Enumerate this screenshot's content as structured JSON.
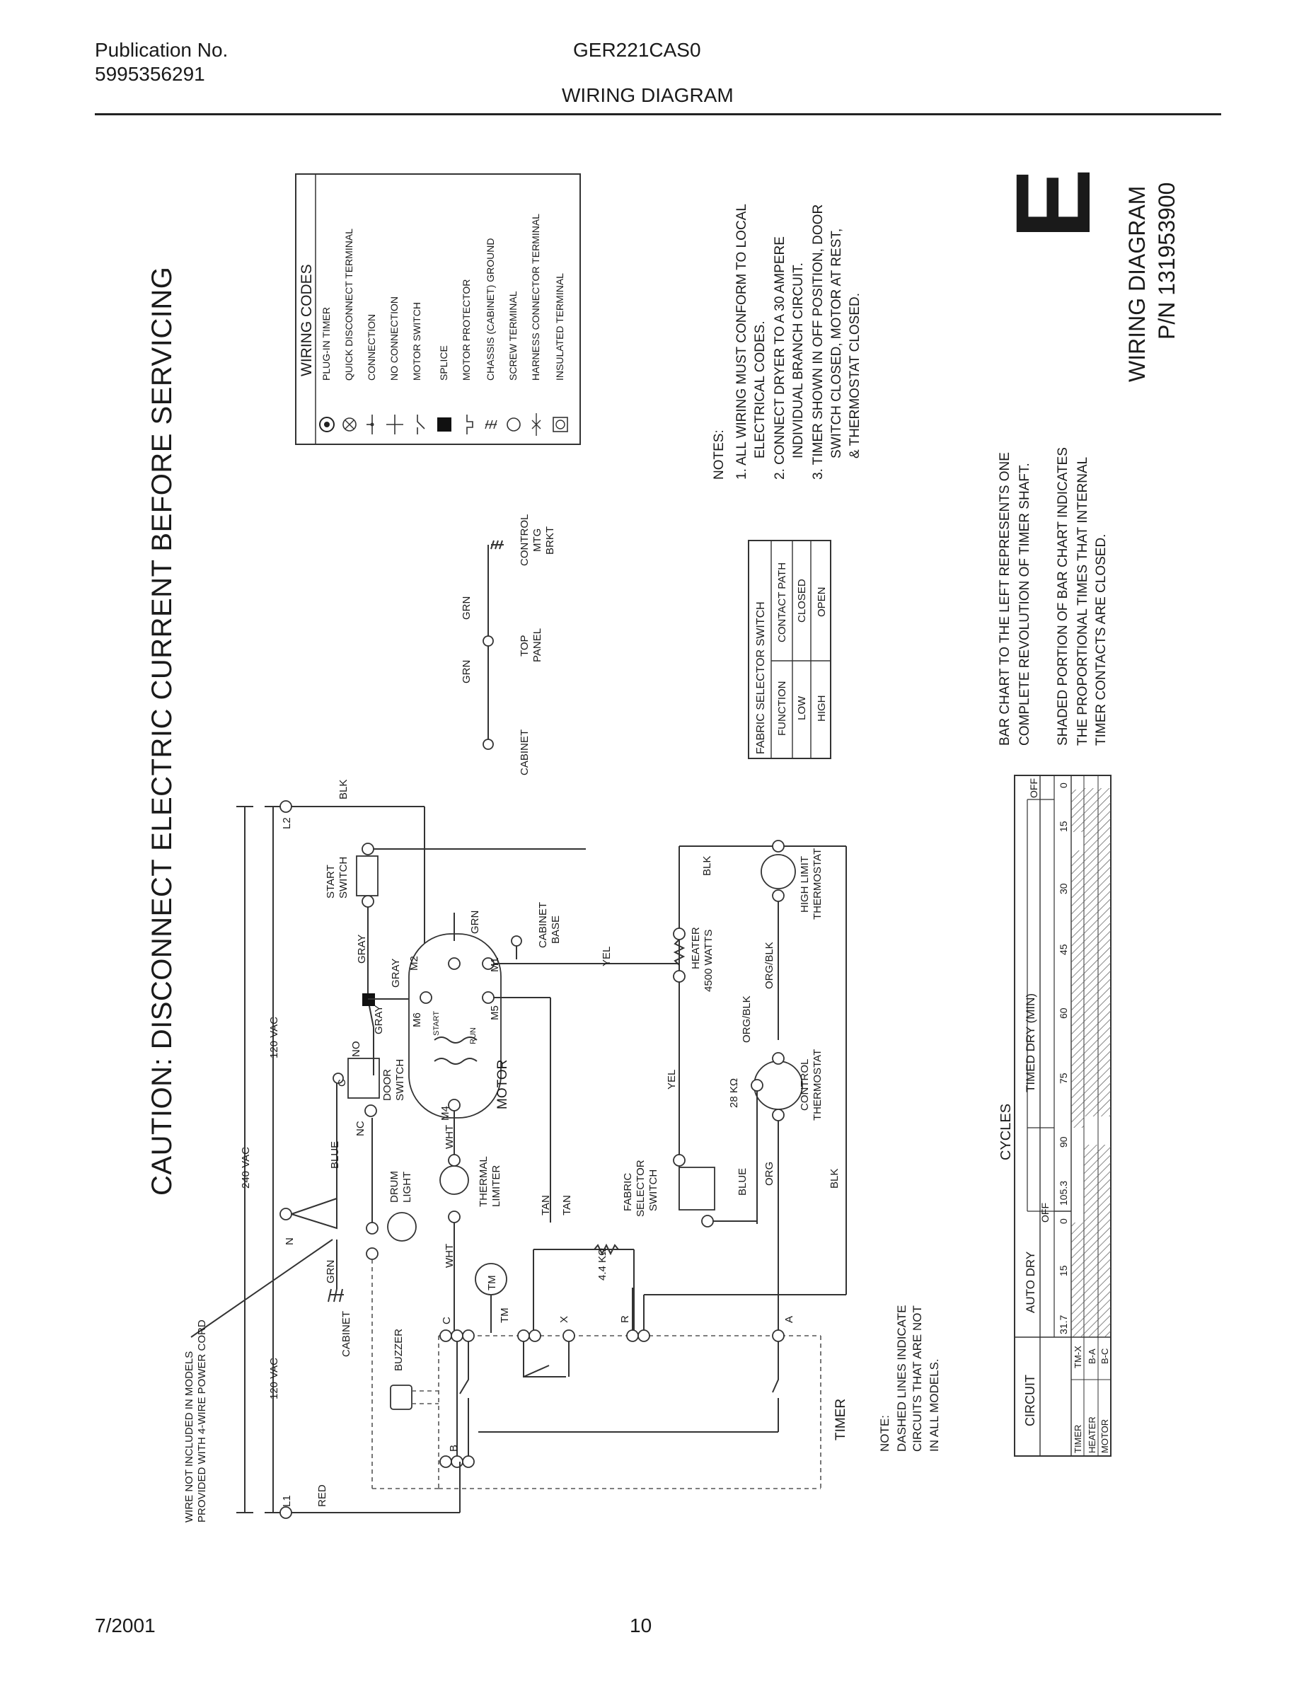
{
  "header": {
    "pub_label": "Publication No.",
    "pub_number": "5995356291",
    "model": "GER221CAS0",
    "section": "WIRING DIAGRAM"
  },
  "footer": {
    "date": "7/2001",
    "page": "10"
  },
  "caution": "CAUTION: DISCONNECT ELECTRIC CURRENT BEFORE SERVICING",
  "big_letter": "E",
  "part": {
    "title": "WIRING DIAGRAM",
    "pn": "P/N 131953900"
  },
  "wiring_codes": {
    "title": "WIRING CODES",
    "items": [
      "PLUG-IN TIMER",
      "QUICK DISCONNECT TERMINAL",
      "CONNECTION",
      "NO CONNECTION",
      "MOTOR SWITCH",
      "SPLICE",
      "MOTOR PROTECTOR",
      "CHASSIS (CABINET) GROUND",
      "SCREW TERMINAL",
      "HARNESS CONNECTOR TERMINAL",
      "INSULATED TERMINAL"
    ]
  },
  "notes": {
    "title": "NOTES:",
    "lines": [
      "1. ALL WIRING MUST CONFORM TO LOCAL",
      "    ELECTRICAL CODES.",
      "2. CONNECT DRYER TO A 30 AMPERE",
      "    INDIVIDUAL BRANCH CIRCUIT.",
      "3. TIMER SHOWN IN OFF POSITION, DOOR",
      "    SWITCH CLOSED, MOTOR AT REST,",
      "    & THERMOSTAT CLOSED."
    ]
  },
  "fabric_table": {
    "title": "FABRIC SELECTOR SWITCH",
    "headers": [
      "FUNCTION",
      "CONTACT PATH"
    ],
    "rows": [
      [
        "LOW",
        "CLOSED"
      ],
      [
        "HIGH",
        "OPEN"
      ]
    ]
  },
  "bar_notes": [
    "BAR CHART TO THE LEFT REPRESENTS ONE",
    "COMPLETE REVOLUTION OF TIMER SHAFT.",
    "SHADED PORTION OF BAR CHART INDICATES",
    "THE PROPORTIONAL TIMES THAT INTERNAL",
    "TIMER CONTACTS ARE CLOSED."
  ],
  "dashed_note": [
    "NOTE:",
    "DASHED LINES INDICATE",
    "CIRCUITS THAT ARE NOT",
    "IN ALL MODELS."
  ],
  "cycles": {
    "title": "CYCLES",
    "circuit": "CIRCUIT",
    "auto_dry": "AUTO DRY",
    "timed_dry": "TIMED DRY (MIN)",
    "off": "OFF",
    "ticks": [
      "31.7",
      "15",
      "0",
      "105.3",
      "90",
      "75",
      "60",
      "45",
      "30",
      "15",
      "0"
    ],
    "rows": [
      [
        "TIMER",
        "TM-X"
      ],
      [
        "HEATER",
        "B-A"
      ],
      [
        "MOTOR",
        "B-C"
      ]
    ]
  },
  "labels": {
    "l1": "L1",
    "l2": "L2",
    "n": "N",
    "red": "RED",
    "blk": "BLK",
    "blue": "BLUE",
    "grn": "GRN",
    "v240": "240 VAC",
    "v120a": "120 VAC",
    "v120b": "120 VAC",
    "wire_not_1": "WIRE NOT INCLUDED IN MODELS",
    "wire_not_2": "PROVIDED WITH 4-WIRE POWER CORD",
    "cabinet": "CABINET",
    "buzzer": "BUZZER",
    "timer": "TIMER",
    "tm": "TM",
    "drum_1": "DRUM",
    "drum_2": "LIGHT",
    "thermal_1": "THERMAL",
    "thermal_2": "LIMITER",
    "door_1": "DOOR",
    "door_2": "SWITCH",
    "start_1": "START",
    "start_2": "SWITCH",
    "motor": "MOTOR",
    "start_w": "START",
    "run_w": "RUN",
    "m1": "M1",
    "m2": "M2",
    "m4": "M4",
    "m5": "M5",
    "m6": "M6",
    "wht": "WHT",
    "tan": "TAN",
    "gray": "GRAY",
    "yel": "YEL",
    "org": "ORG",
    "orgblk": "ORG/BLK",
    "res": "4.4 KΩ",
    "r28": "28 KΩ",
    "heater_1": "HEATER",
    "heater_2": "4500 WATTS",
    "hl_1": "HIGH LIMIT",
    "hl_2": "THERMOSTAT",
    "ct_1": "CONTROL",
    "ct_2": "THERMOSTAT",
    "fs_1": "FABRIC",
    "fs_2": "SELECTOR",
    "fs_3": "SWITCH",
    "cb_1": "CABINET",
    "cb_2": "BASE",
    "tp_1": "TOP",
    "tp_2": "PANEL",
    "cm_1": "CONTROL",
    "cm_2": "MTG",
    "cm_3": "BRKT",
    "c": "C",
    "no": "NO",
    "nc": "NC",
    "b": "B",
    "x": "X",
    "r": "R",
    "a": "A",
    "term_c": "C"
  }
}
